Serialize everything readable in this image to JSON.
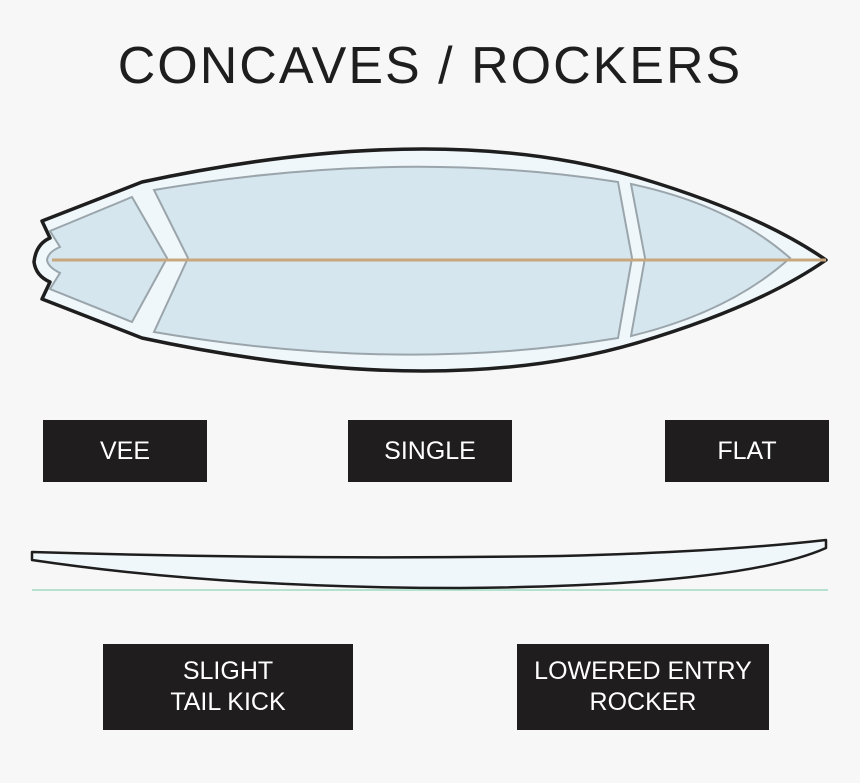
{
  "title": "CONCAVES / ROCKERS",
  "concave_labels": {
    "vee": "VEE",
    "single": "SINGLE",
    "flat": "FLAT"
  },
  "rocker_labels": {
    "slight_tail_kick": [
      "SLIGHT",
      "TAIL KICK"
    ],
    "lowered_entry": [
      "LOWERED ENTRY",
      "ROCKER"
    ]
  },
  "colors": {
    "outline": "#1e1e1e",
    "board_rail": "#f0f7fb",
    "concave_fill": "#d6e6ee",
    "concave_stroke": "#9aa5ab",
    "stringer": "#c9a77e",
    "flat_line": "#9fdcc0",
    "label_bg": "#1f1d1e",
    "label_text": "#ffffff"
  }
}
